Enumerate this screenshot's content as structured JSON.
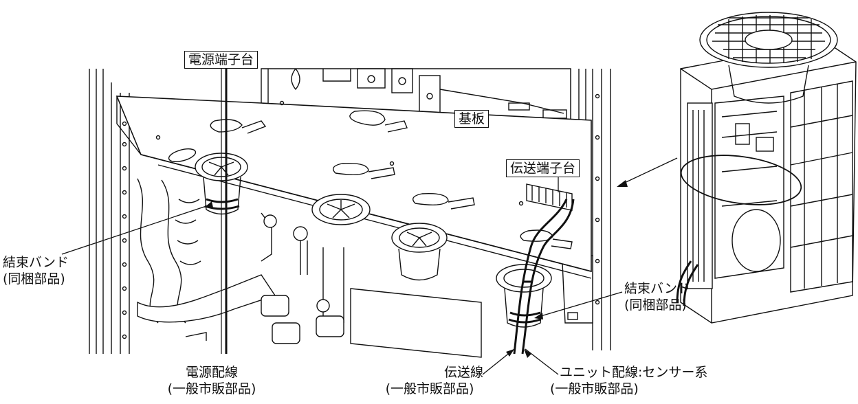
{
  "labels": {
    "power_terminal": "電源端子台",
    "board": "基板",
    "transmission_terminal": "伝送端子台",
    "band_left_line1": "結束バンド",
    "band_left_line2": "(同梱部品)",
    "band_right_line1": "結束バンド",
    "band_right_line2": "(同梱部品)",
    "power_wiring_line1": "電源配線",
    "power_wiring_line2": "(一般市販部品)",
    "transmission_line_line1": "伝送線",
    "transmission_line_line2": "(一般市販部品)",
    "unit_wiring_line1": "ユニット配線:センサー系",
    "unit_wiring_line2": "(一般市販部品)"
  }
}
